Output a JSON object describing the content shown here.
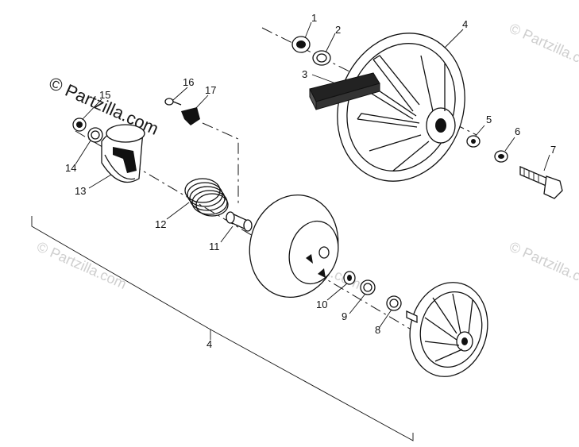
{
  "diagram": {
    "watermark_text": "© Partzilla.com",
    "callouts": {
      "c1": "1",
      "c2": "2",
      "c3": "3",
      "c4_top": "4",
      "c5": "5",
      "c6": "6",
      "c7": "7",
      "c8": "8",
      "c9": "9",
      "c10": "10",
      "c11": "11",
      "c12": "12",
      "c13": "13",
      "c14": "14",
      "c15": "15",
      "c16": "16",
      "c17": "17",
      "c4_bracket": "4"
    }
  }
}
